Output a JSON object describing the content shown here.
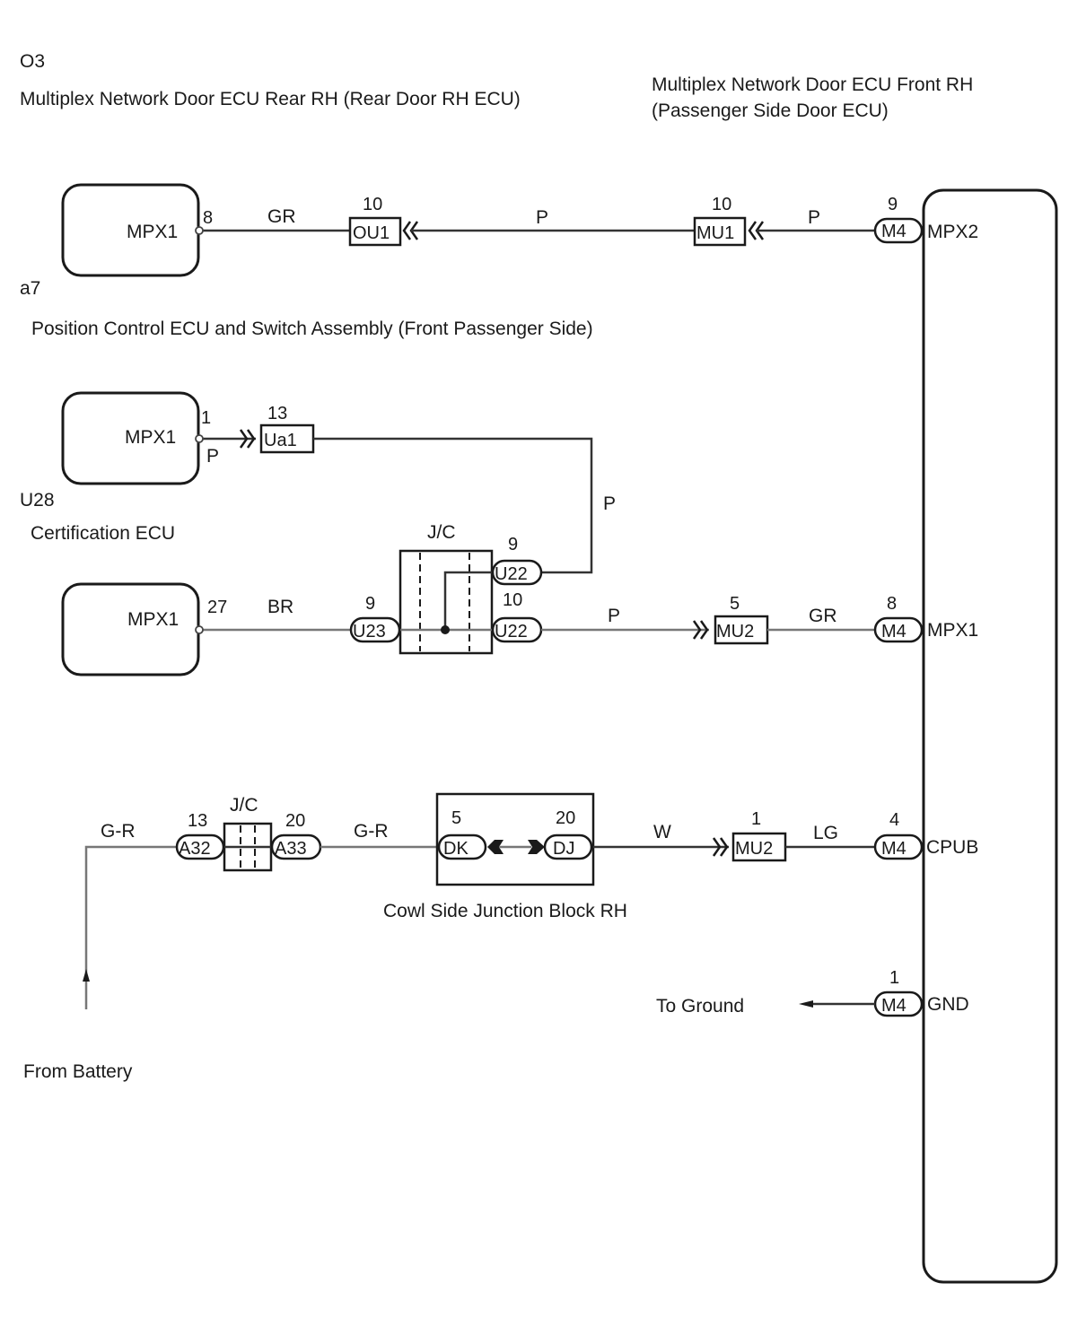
{
  "components": {
    "o3": {
      "code": "O3",
      "name": "Multiplex Network Door ECU Rear RH (Rear Door RH ECU)",
      "terminal": "MPX1",
      "pin": "8"
    },
    "a7": {
      "code": "a7",
      "name": "Position Control ECU and Switch Assembly (Front Passenger Side)",
      "terminal": "MPX1",
      "pin": "1"
    },
    "u28": {
      "code": "U28",
      "name": "Certification ECU",
      "terminal": "MPX1",
      "pin": "27"
    },
    "front_rh": {
      "name_line1": "Multiplex Network Door ECU Front RH",
      "name_line2": "(Passenger Side Door ECU)",
      "terminals": {
        "mpx2": {
          "label": "MPX2",
          "connector": "M4",
          "pin": "9"
        },
        "mpx1": {
          "label": "MPX1",
          "connector": "M4",
          "pin": "8"
        },
        "cpub": {
          "label": "CPUB",
          "connector": "M4",
          "pin": "4"
        },
        "gnd": {
          "label": "GND",
          "connector": "M4",
          "pin": "1"
        }
      }
    },
    "jc1": {
      "label": "J/C"
    },
    "jc2": {
      "label": "J/C"
    },
    "cowl": {
      "name": "Cowl Side Junction Block RH"
    }
  },
  "connectors": {
    "ou1": {
      "name": "OU1",
      "pin": "10"
    },
    "mu1": {
      "name": "MU1",
      "pin": "10"
    },
    "ua1": {
      "name": "Ua1",
      "pin": "13"
    },
    "u23": {
      "name": "U23",
      "pin": "9"
    },
    "u22a": {
      "name": "U22",
      "pin": "9"
    },
    "u22b": {
      "name": "U22",
      "pin": "10"
    },
    "mu2a": {
      "name": "MU2",
      "pin": "5"
    },
    "a32": {
      "name": "A32",
      "pin": "13"
    },
    "a33": {
      "name": "A33",
      "pin": "20"
    },
    "dk": {
      "name": "DK",
      "pin": "5"
    },
    "dj": {
      "name": "DJ",
      "pin": "20"
    },
    "mu2b": {
      "name": "MU2",
      "pin": "1"
    }
  },
  "wires": {
    "o3_ou1": "GR",
    "ou1_mu1": "P",
    "mu1_m4": "P",
    "a7_out": "P",
    "ua1_u22": "P",
    "u28_u23": "BR",
    "u22_mu2": "P",
    "mu2_m4": "GR",
    "batt_a32": "G-R",
    "a33_dk": "G-R",
    "dj_mu2": "W",
    "mu2_m4_cpub": "LG"
  },
  "annotations": {
    "to_ground": "To Ground",
    "from_battery": "From Battery"
  }
}
